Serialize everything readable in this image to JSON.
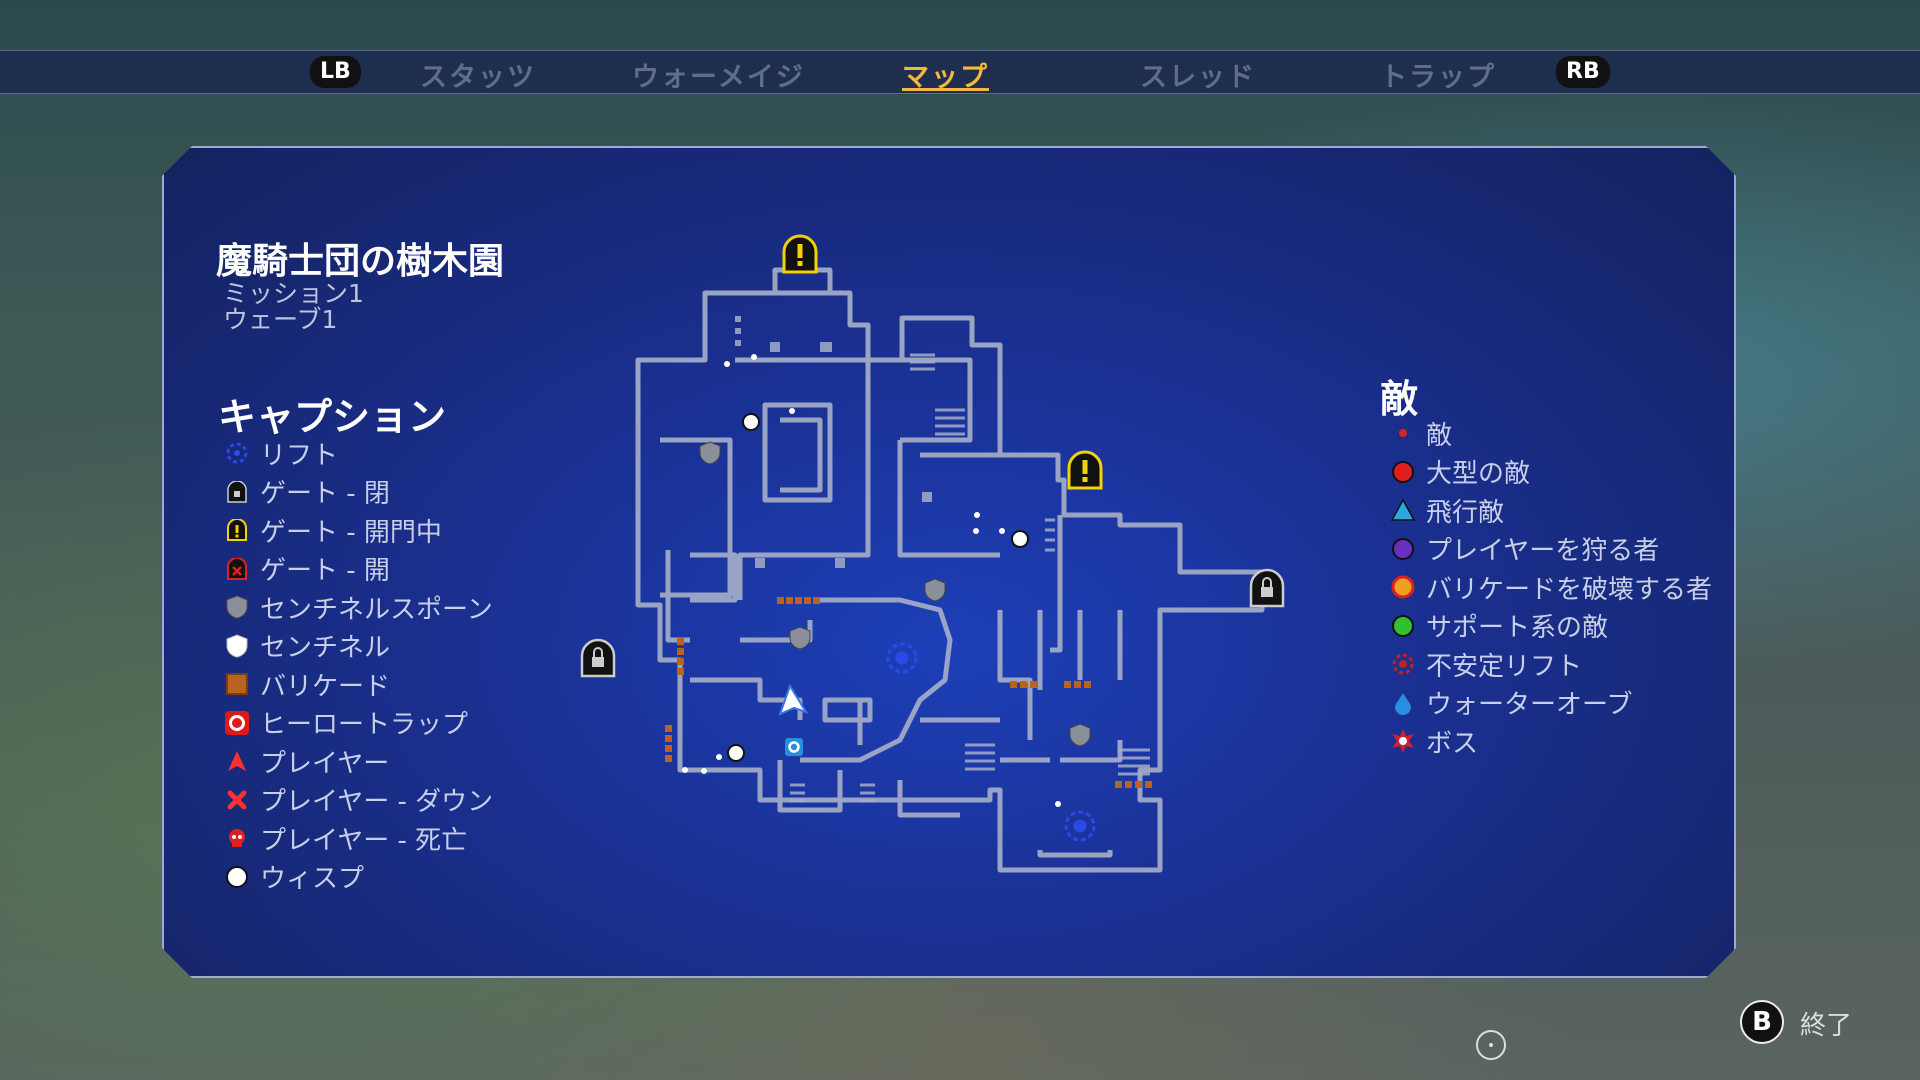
{
  "tabs": {
    "lb": "LB",
    "rb": "RB",
    "items": [
      {
        "label": "スタッツ",
        "active": false
      },
      {
        "label": "ウォーメイジ",
        "active": false
      },
      {
        "label": "マップ",
        "active": true
      },
      {
        "label": "スレッド",
        "active": false
      },
      {
        "label": "トラップ",
        "active": false
      }
    ]
  },
  "map": {
    "title": "魔騎士団の樹木園",
    "mission": "ミッション1",
    "wave": "ウェーブ1"
  },
  "caption": {
    "title": "キャプション",
    "items": [
      {
        "label": "リフト",
        "icon": "rift-icon"
      },
      {
        "label": "ゲート - 閉",
        "icon": "gate-closed-icon"
      },
      {
        "label": "ゲート - 開門中",
        "icon": "gate-opening-icon"
      },
      {
        "label": "ゲート - 開",
        "icon": "gate-open-icon"
      },
      {
        "label": "センチネルスポーン",
        "icon": "sentinel-spawn-icon"
      },
      {
        "label": "センチネル",
        "icon": "sentinel-icon"
      },
      {
        "label": "バリケード",
        "icon": "barricade-icon"
      },
      {
        "label": "ヒーロートラップ",
        "icon": "hero-trap-icon"
      },
      {
        "label": "プレイヤー",
        "icon": "player-icon"
      },
      {
        "label": "プレイヤー - ダウン",
        "icon": "player-down-icon"
      },
      {
        "label": "プレイヤー - 死亡",
        "icon": "player-dead-icon"
      },
      {
        "label": "ウィスプ",
        "icon": "wisp-icon"
      }
    ]
  },
  "enemies": {
    "title": "敵",
    "items": [
      {
        "label": "敵",
        "icon": "enemy-icon",
        "color": "#e02020"
      },
      {
        "label": "大型の敵",
        "icon": "large-enemy-icon",
        "color": "#e02020"
      },
      {
        "label": "飛行敵",
        "icon": "flying-enemy-icon",
        "color": "#29a8e0"
      },
      {
        "label": "プレイヤーを狩る者",
        "icon": "hunter-enemy-icon",
        "color": "#6a2fc0"
      },
      {
        "label": "バリケードを破壊する者",
        "icon": "barricade-breaker-icon",
        "color": "#f0a020"
      },
      {
        "label": "サポート系の敵",
        "icon": "support-enemy-icon",
        "color": "#30c030"
      },
      {
        "label": "不安定リフト",
        "icon": "unstable-rift-icon",
        "color": "#c02020"
      },
      {
        "label": "ウォーターオーブ",
        "icon": "water-orb-icon",
        "color": "#2a8ee0"
      },
      {
        "label": "ボス",
        "icon": "boss-icon",
        "color": "#d02030"
      }
    ]
  },
  "footer": {
    "button": "B",
    "label": "終了"
  },
  "colors": {
    "accent": "#f4b83a",
    "panel": "#1a2f8f",
    "map_wall": "#9aa6c8"
  }
}
